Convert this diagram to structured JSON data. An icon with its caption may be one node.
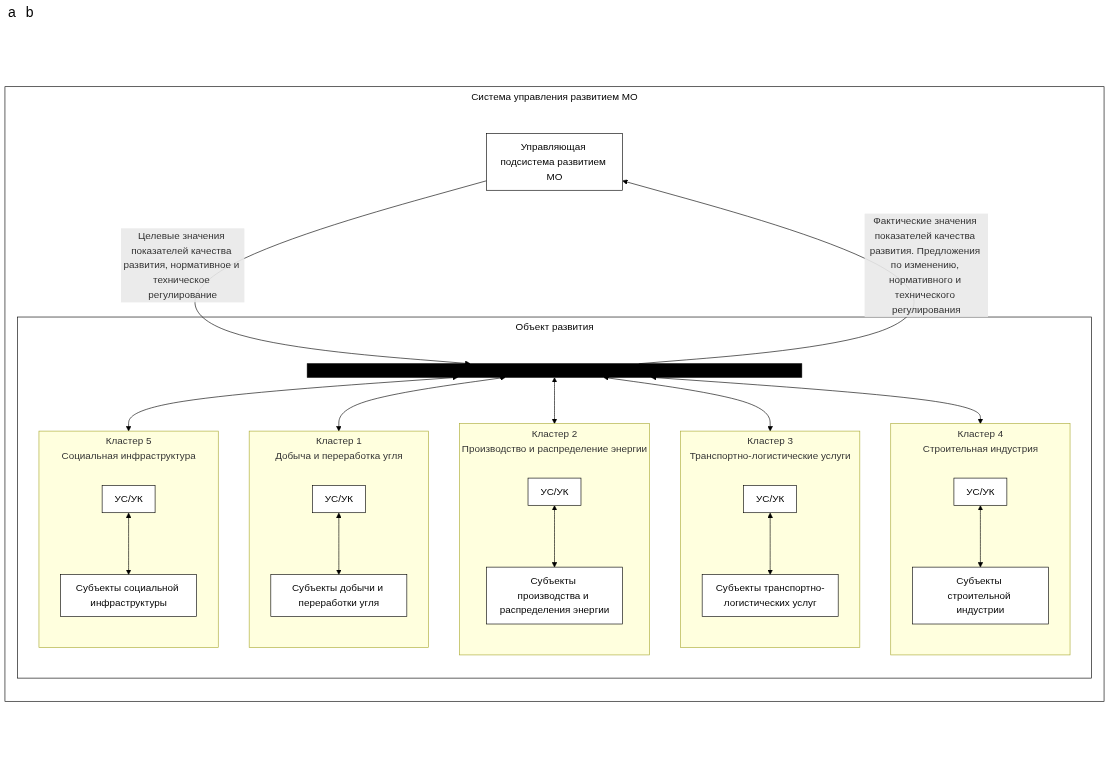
{
  "diagram": {
    "nodes": [
      {
        "text": [
          "Система управления развитием МО"
        ]
      },
      {
        "text": [
          "Управляющая подсистема развитием МО"
        ],
        "in": 0
      },
      {
        "text": [
          "Объект развития"
        ],
        "in": 0
      },
      {
        "text": [],
        "shape": "bar",
        "in": 2
      },
      {
        "text": [
          "Кластер 1",
          "Добыча и переработка угля"
        ],
        "in": 2
      },
      {
        "text": [
          "УС/УК"
        ],
        "in": 4
      },
      {
        "text": [
          "Субъекты добычи и переработки угля"
        ],
        "in": 4
      },
      {
        "text": [
          "Кластер 2",
          "Производство и распределение энергии"
        ],
        "in": 2
      },
      {
        "text": [
          "УС/УК"
        ],
        "in": 7
      },
      {
        "text": [
          "Субъекты производства и распределения энергии"
        ],
        "in": 7
      },
      {
        "text": [
          "Кластер 3",
          "Транспортно-логистические услуги"
        ],
        "in": 2
      },
      {
        "text": [
          "УС/УК"
        ],
        "in": 10
      },
      {
        "text": [
          "Субъекты транспортно-логистических услуг"
        ],
        "in": 10
      },
      {
        "text": [
          "Кластер 4",
          "Строительная индустрия"
        ],
        "in": 2
      },
      {
        "text": [
          "УС/УК"
        ],
        "in": 13
      },
      {
        "text": [
          "Субъекты строительной индустрии"
        ],
        "in": 13
      },
      {
        "text": [
          "Кластер 5",
          "Социальная инфраструктура"
        ],
        "in": 2
      },
      {
        "text": [
          "УС/УК"
        ],
        "in": 16
      },
      {
        "text": [
          "Субъекты социальной инфраструктуры"
        ],
        "in": 16
      }
    ],
    "edges": [
      {
        "from": 1,
        "to": 3,
        "arrow": "to",
        "label": "Целевые значения показателей качества развития, нормативное и техническое регулирование"
      },
      {
        "from": 3,
        "to": 1,
        "arrow": "to",
        "label": "Фактические значения показателей качества развития. Предложения по изменению, нормативного и технического регулирования"
      },
      {
        "from": 3,
        "to": 4,
        "arrow": "both"
      },
      {
        "from": 3,
        "to": 7,
        "arrow": "both"
      },
      {
        "from": 3,
        "to": 10,
        "arrow": "both"
      },
      {
        "from": 3,
        "to": 13,
        "arrow": "both"
      },
      {
        "from": 3,
        "to": 16,
        "arrow": "both"
      },
      {
        "from": 5,
        "to": 6,
        "arrow": "both"
      },
      {
        "from": 8,
        "to": 9,
        "arrow": "both"
      },
      {
        "from": 11,
        "to": 12,
        "arrow": "both"
      },
      {
        "from": 14,
        "to": 15,
        "arrow": "both"
      },
      {
        "from": 17,
        "to": 18,
        "arrow": "both"
      }
    ],
    "labels": [
      "a",
      "b"
    ]
  }
}
